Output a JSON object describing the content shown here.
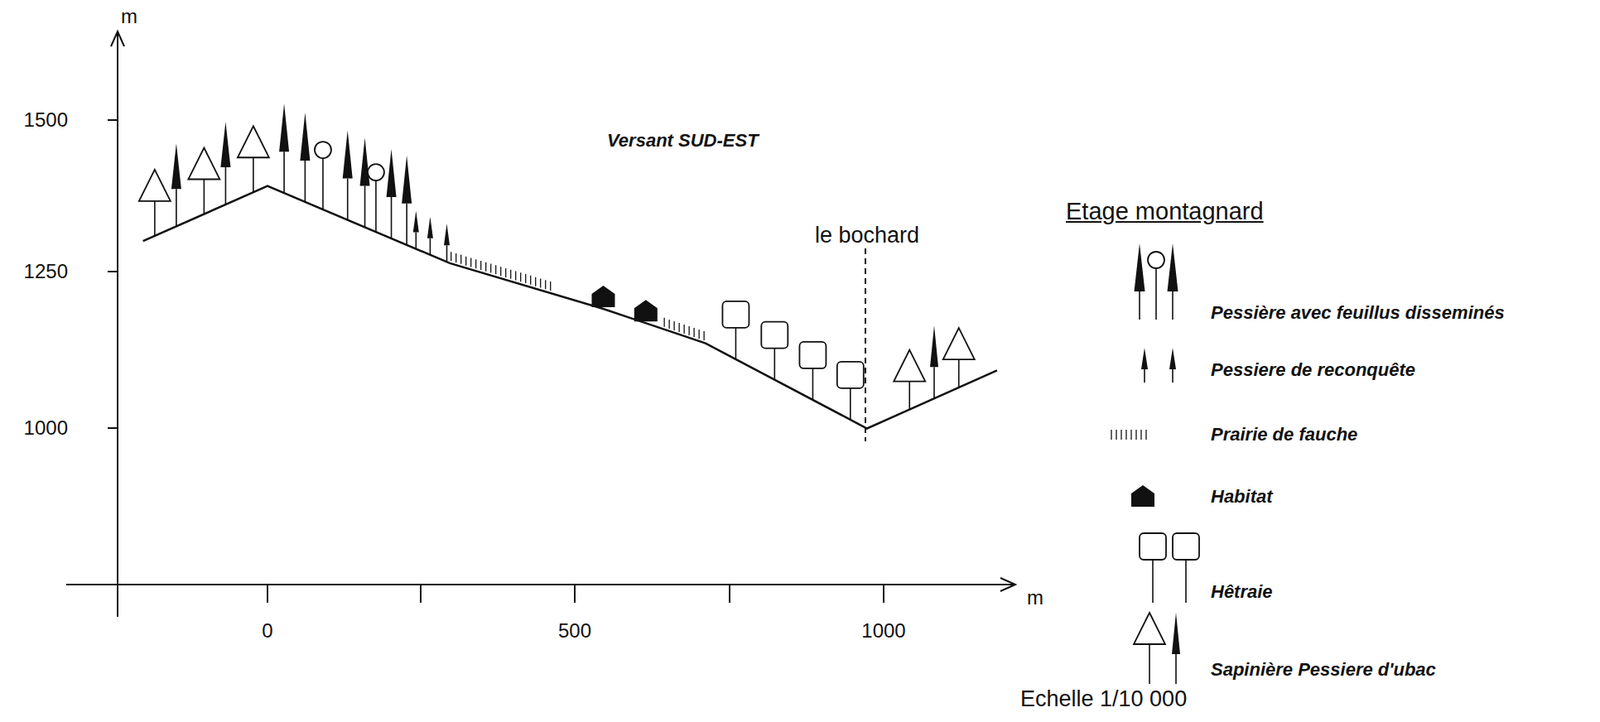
{
  "diagram": {
    "title": "Versant SUD-EST",
    "labels": [
      "m",
      "1500",
      "1250",
      "1000",
      "0",
      "500",
      "1000",
      "m",
      "le bochard",
      "Etage montagnard",
      "Echelle 1/10 000"
    ],
    "legend": [
      {
        "text": "Pessière avec feuillus disseminés"
      },
      {
        "text": "Pessiere de reconquête"
      },
      {
        "text": "Prairie de fauche"
      },
      {
        "text": "Habitat"
      },
      {
        "text": "Hêtraie"
      },
      {
        "text": "Sapinière Pessiere d'ubac"
      }
    ]
  }
}
